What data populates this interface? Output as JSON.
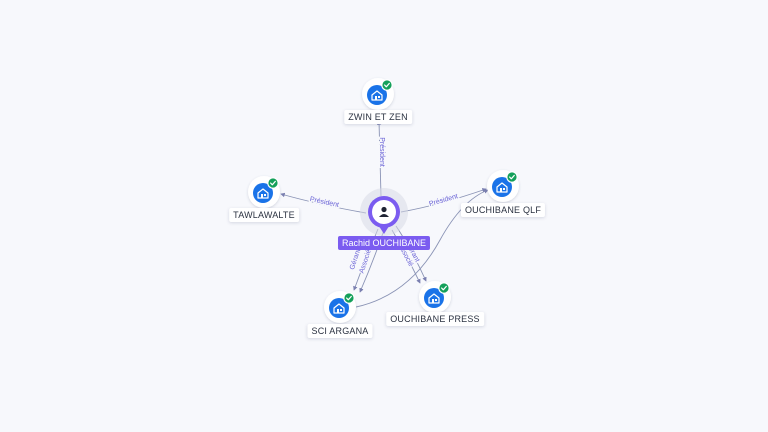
{
  "colors": {
    "background": "#f7f8fc",
    "edge": "#8a93b5",
    "company_icon": "#1a73e8",
    "verified_badge": "#14a05a",
    "person_node": "#7b5cf0",
    "person_label_bg": "#7b5cf0",
    "edge_label_text": "#6a63d6"
  },
  "person": {
    "name": "Rachid OUCHIBANE",
    "icon": "user-icon"
  },
  "companies": [
    {
      "id": "zwin",
      "name": "ZWIN ET ZEN",
      "icon": "building-icon",
      "verified": true
    },
    {
      "id": "tawla",
      "name": "TAWLAWALTE",
      "icon": "building-icon",
      "verified": true
    },
    {
      "id": "qlf",
      "name": "OUCHIBANE QLF",
      "icon": "building-icon",
      "verified": true
    },
    {
      "id": "sci",
      "name": "SCI ARGANA",
      "icon": "building-icon",
      "verified": true
    },
    {
      "id": "press",
      "name": "OUCHIBANE PRESS",
      "icon": "building-icon",
      "verified": true
    }
  ],
  "edges": [
    {
      "from": "person",
      "to": "zwin",
      "label": "Président"
    },
    {
      "from": "person",
      "to": "tawla",
      "label": "Président"
    },
    {
      "from": "person",
      "to": "qlf",
      "label": "Président"
    },
    {
      "from": "person",
      "to": "sci",
      "label": "Gérant"
    },
    {
      "from": "person",
      "to": "sci",
      "label": "Associé"
    },
    {
      "from": "person",
      "to": "press",
      "label": "Gérant"
    },
    {
      "from": "person",
      "to": "press",
      "label": "Associé"
    },
    {
      "from": "sci",
      "to": "qlf",
      "label": ""
    }
  ]
}
